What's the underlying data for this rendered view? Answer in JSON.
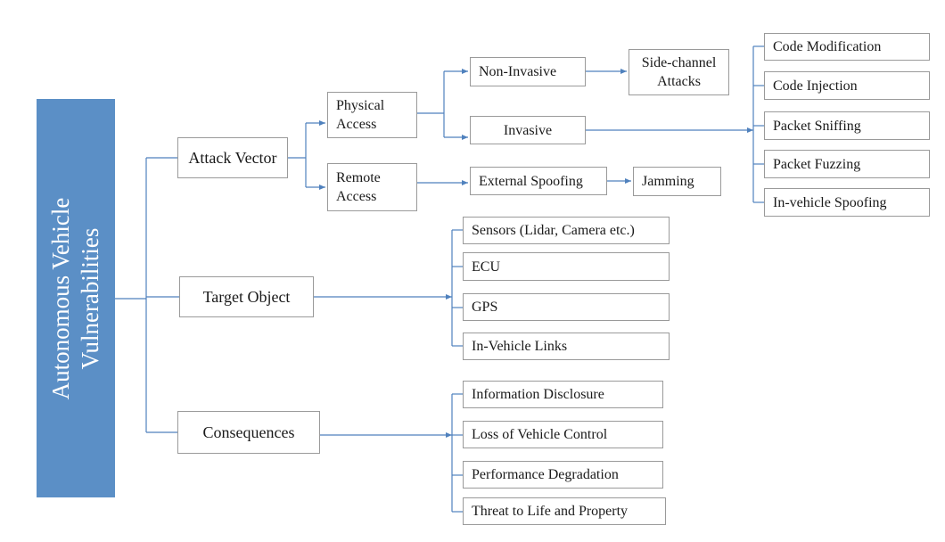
{
  "diagram": {
    "root": "Autonomous Vehicle\nVulnerabilities",
    "categories": {
      "attack_vector": "Attack Vector",
      "target_object": "Target Object",
      "consequences": "Consequences"
    },
    "access": {
      "physical": "Physical\nAccess",
      "remote": "Remote\nAccess"
    },
    "physical_types": {
      "non_invasive": "Non-Invasive",
      "invasive": "Invasive"
    },
    "side_channel": "Side-channel\nAttacks",
    "remote_types": {
      "external_spoofing": "External Spoofing",
      "jamming": "Jamming"
    },
    "invasive_attacks": [
      "Code Modification",
      "Code Injection",
      "Packet Sniffing",
      "Packet Fuzzing",
      "In-vehicle Spoofing"
    ],
    "targets": [
      "Sensors (Lidar, Camera etc.)",
      "ECU",
      "GPS",
      "In-Vehicle Links"
    ],
    "consequences_list": [
      "Information Disclosure",
      "Loss of Vehicle Control",
      "Performance Degradation",
      "Threat to Life and Property"
    ],
    "colors": {
      "root_fill": "#5b8fc6",
      "root_text": "#ffffff",
      "connector": "#4f81bd",
      "box_border": "#9a9a9a"
    }
  }
}
